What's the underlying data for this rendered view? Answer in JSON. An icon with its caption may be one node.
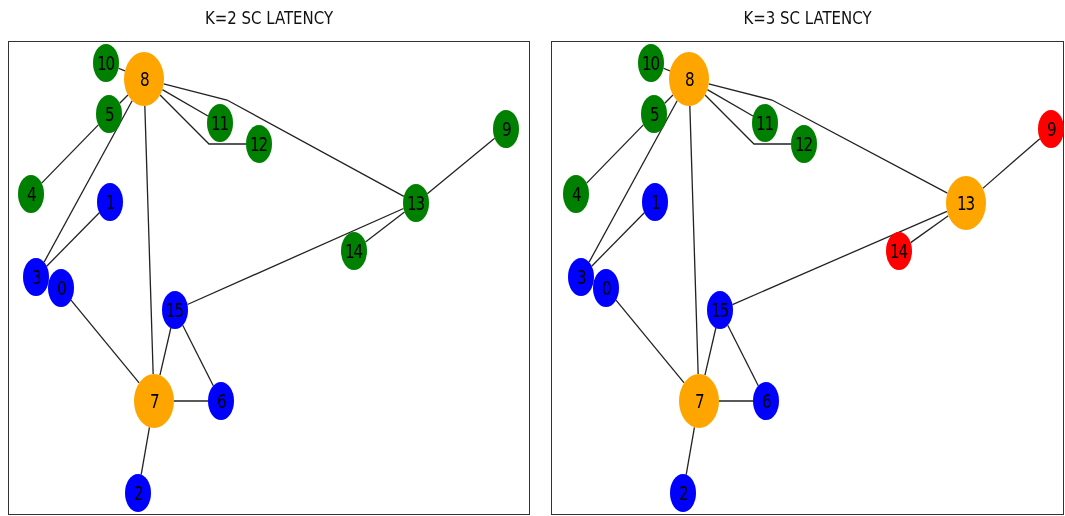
{
  "diagram": {
    "nodes": [
      {
        "text": [
          "K=2 SC LATENCY"
        ]
      },
      {
        "text": [
          "0"
        ],
        "in": 0
      },
      {
        "text": [
          "1"
        ],
        "in": 0
      },
      {
        "text": [
          "2"
        ],
        "in": 0
      },
      {
        "text": [
          "3"
        ],
        "in": 0
      },
      {
        "text": [
          "4"
        ],
        "in": 0
      },
      {
        "text": [
          "5"
        ],
        "in": 0
      },
      {
        "text": [
          "6"
        ],
        "in": 0
      },
      {
        "text": [
          "7"
        ],
        "in": 0
      },
      {
        "text": [
          "8"
        ],
        "in": 0
      },
      {
        "text": [
          "9"
        ],
        "in": 0
      },
      {
        "text": [
          "10"
        ],
        "in": 0
      },
      {
        "text": [
          "11"
        ],
        "in": 0
      },
      {
        "text": [
          "12"
        ],
        "in": 0
      },
      {
        "text": [
          "13"
        ],
        "in": 0
      },
      {
        "text": [
          "14"
        ],
        "in": 0
      },
      {
        "text": [
          "15"
        ],
        "in": 0
      },
      {
        "text": [
          "K=3 SC LATENCY"
        ]
      },
      {
        "text": [
          "0"
        ],
        "in": 17
      },
      {
        "text": [
          "1"
        ],
        "in": 17
      },
      {
        "text": [
          "2"
        ],
        "in": 17
      },
      {
        "text": [
          "3"
        ],
        "in": 17
      },
      {
        "text": [
          "4"
        ],
        "in": 17
      },
      {
        "text": [
          "5"
        ],
        "in": 17
      },
      {
        "text": [
          "6"
        ],
        "in": 17
      },
      {
        "text": [
          "7"
        ],
        "in": 17
      },
      {
        "text": [
          "8"
        ],
        "in": 17
      },
      {
        "text": [
          "9"
        ],
        "in": 17
      },
      {
        "text": [
          "10"
        ],
        "in": 17
      },
      {
        "text": [
          "11"
        ],
        "in": 17
      },
      {
        "text": [
          "12"
        ],
        "in": 17
      },
      {
        "text": [
          "13"
        ],
        "in": 17
      },
      {
        "text": [
          "14"
        ],
        "in": 17
      },
      {
        "text": [
          "15"
        ],
        "in": 17
      }
    ],
    "edges": [
      {
        "from": 9,
        "to": 11,
        "arrow": "none"
      },
      {
        "from": 9,
        "to": 6,
        "arrow": "none"
      },
      {
        "from": 9,
        "to": 4,
        "arrow": "none"
      },
      {
        "from": 6,
        "to": 5,
        "arrow": "none"
      },
      {
        "from": 9,
        "to": 12,
        "arrow": "none"
      },
      {
        "from": 9,
        "to": 13,
        "arrow": "none"
      },
      {
        "from": 9,
        "to": 14,
        "arrow": "none"
      },
      {
        "from": 9,
        "to": 8,
        "arrow": "none"
      },
      {
        "from": 4,
        "to": 2,
        "arrow": "none"
      },
      {
        "from": 1,
        "to": 8,
        "arrow": "none"
      },
      {
        "from": 14,
        "to": 10,
        "arrow": "none"
      },
      {
        "from": 14,
        "to": 15,
        "arrow": "none"
      },
      {
        "from": 14,
        "to": 16,
        "arrow": "none"
      },
      {
        "from": 16,
        "to": 8,
        "arrow": "none"
      },
      {
        "from": 16,
        "to": 7,
        "arrow": "none"
      },
      {
        "from": 8,
        "to": 7,
        "arrow": "none"
      },
      {
        "from": 8,
        "to": 3,
        "arrow": "none"
      },
      {
        "from": 26,
        "to": 28,
        "arrow": "none"
      },
      {
        "from": 26,
        "to": 23,
        "arrow": "none"
      },
      {
        "from": 26,
        "to": 21,
        "arrow": "none"
      },
      {
        "from": 23,
        "to": 22,
        "arrow": "none"
      },
      {
        "from": 26,
        "to": 29,
        "arrow": "none"
      },
      {
        "from": 26,
        "to": 30,
        "arrow": "none"
      },
      {
        "from": 26,
        "to": 31,
        "arrow": "none"
      },
      {
        "from": 26,
        "to": 25,
        "arrow": "none"
      },
      {
        "from": 21,
        "to": 19,
        "arrow": "none"
      },
      {
        "from": 18,
        "to": 25,
        "arrow": "none"
      },
      {
        "from": 31,
        "to": 27,
        "arrow": "none"
      },
      {
        "from": 31,
        "to": 32,
        "arrow": "none"
      },
      {
        "from": 31,
        "to": 33,
        "arrow": "none"
      },
      {
        "from": 33,
        "to": 25,
        "arrow": "none"
      },
      {
        "from": 33,
        "to": 24,
        "arrow": "none"
      },
      {
        "from": 25,
        "to": 24,
        "arrow": "none"
      },
      {
        "from": 25,
        "to": 20,
        "arrow": "none"
      }
    ]
  }
}
